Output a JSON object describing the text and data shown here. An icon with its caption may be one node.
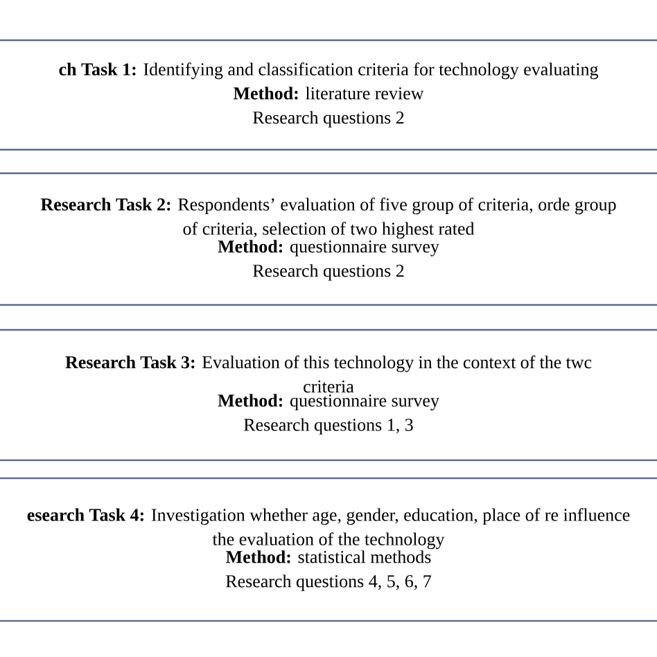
{
  "diagram": {
    "nodes": [
      {
        "text": [
          "**ch Task 1:** Identifying and classification criteria for technology evaluating",
          "**Method:** literature review",
          "Research questions 2"
        ]
      },
      {
        "text": [
          "**Research Task 2:** Respondents’ evaluation of five group of criteria, orde group of criteria, selection of two highest rated",
          "**Method:** questionnaire survey",
          "Research questions 2"
        ]
      },
      {
        "text": [
          "**Research Task 3:** Evaluation of this technology in the context of the twc criteria",
          "**Method:** questionnaire survey",
          "Research questions 1, 3"
        ]
      },
      {
        "text": [
          "**esearch Task 4:** Investigation whether age, gender, education, place of re influence the evaluation of the technology",
          "**Method:** statistical methods",
          "Research questions 4, 5, 6, 7"
        ]
      }
    ]
  }
}
